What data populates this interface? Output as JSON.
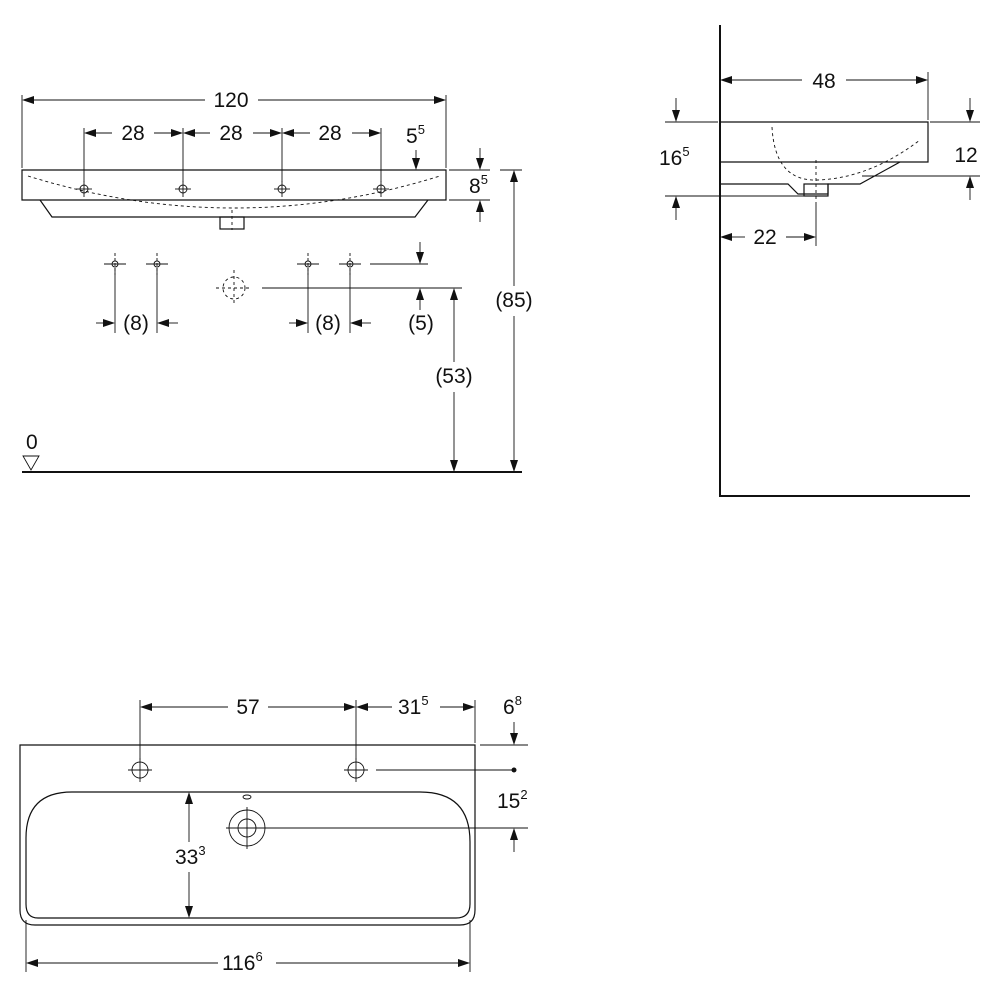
{
  "front": {
    "overall_width": "120",
    "spacing_1": "28",
    "spacing_2": "28",
    "spacing_3": "28",
    "edge_offset": {
      "main": "5",
      "sup": "5"
    },
    "rim_height": {
      "main": "8",
      "sup": "5"
    },
    "left_pair_spacing": "(8)",
    "right_pair_spacing": "(8)",
    "valve_offset": "(5)",
    "outlet_height": "(53)",
    "total_height": "(85)",
    "floor_level": "0"
  },
  "side": {
    "depth": "48",
    "total_depth": {
      "main": "16",
      "sup": "5"
    },
    "basin_height": "12",
    "outlet_distance": "22"
  },
  "top": {
    "tap_spacing": "57",
    "tap_edge": {
      "main": "31",
      "sup": "5"
    },
    "tap_back": {
      "main": "6",
      "sup": "8"
    },
    "outlet_back": {
      "main": "15",
      "sup": "2"
    },
    "bowl_depth": {
      "main": "33",
      "sup": "3"
    },
    "overall_width": {
      "main": "116",
      "sup": "6"
    }
  }
}
